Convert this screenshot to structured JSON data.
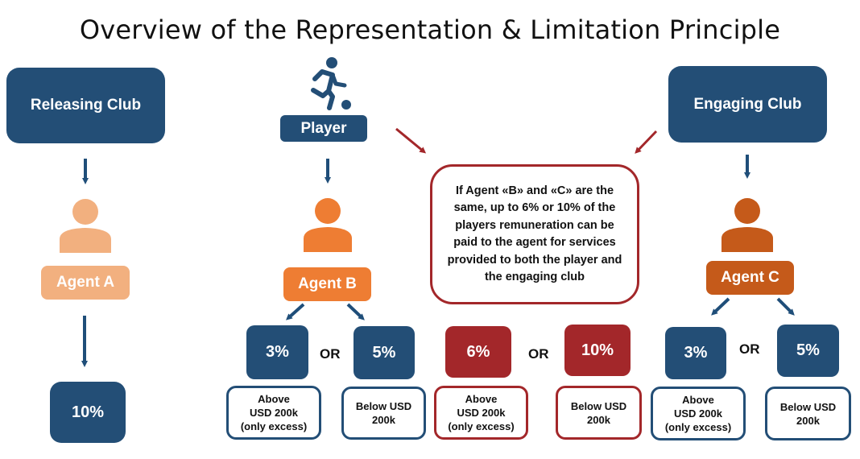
{
  "title": "Overview of the Representation  & Limitation Principle",
  "releasing_club": {
    "label": "Releasing Club",
    "agent": "Agent A",
    "agent_color": "#f2b07f",
    "commission": "10%"
  },
  "player": {
    "label": "Player",
    "icon": "soccer-player-icon",
    "agent": "Agent B",
    "agent_color": "#ee7d33",
    "options": [
      {
        "value": "3%",
        "condition_lines": [
          "Above",
          "USD 200k",
          "(only excess)"
        ]
      },
      {
        "value": "5%",
        "condition_lines": [
          "Below USD",
          "200k"
        ]
      }
    ],
    "or_label": "OR"
  },
  "dual_representation": {
    "note": "If Agent «B» and «C» are the same, up to 6% or 10% of the players remuneration can be paid to the agent for services provided to both the player and the engaging club",
    "options": [
      {
        "value": "6%",
        "condition_lines": [
          "Above",
          "USD 200k",
          "(only excess)"
        ]
      },
      {
        "value": "10%",
        "condition_lines": [
          "Below USD",
          "200k"
        ]
      }
    ],
    "or_label": "OR"
  },
  "engaging_club": {
    "label": "Engaging Club",
    "agent": "Agent C",
    "agent_color": "#c55a1a",
    "options": [
      {
        "value": "3%",
        "condition_lines": [
          "Above",
          "USD 200k",
          "(only excess)"
        ]
      },
      {
        "value": "5%",
        "condition_lines": [
          "Below USD",
          "200k"
        ]
      }
    ],
    "or_label": "OR"
  },
  "colors": {
    "navy": "#234e76",
    "dark_red": "#a3272a",
    "arrow_blue": "#1f4e79",
    "arrow_red": "#a3272a"
  }
}
